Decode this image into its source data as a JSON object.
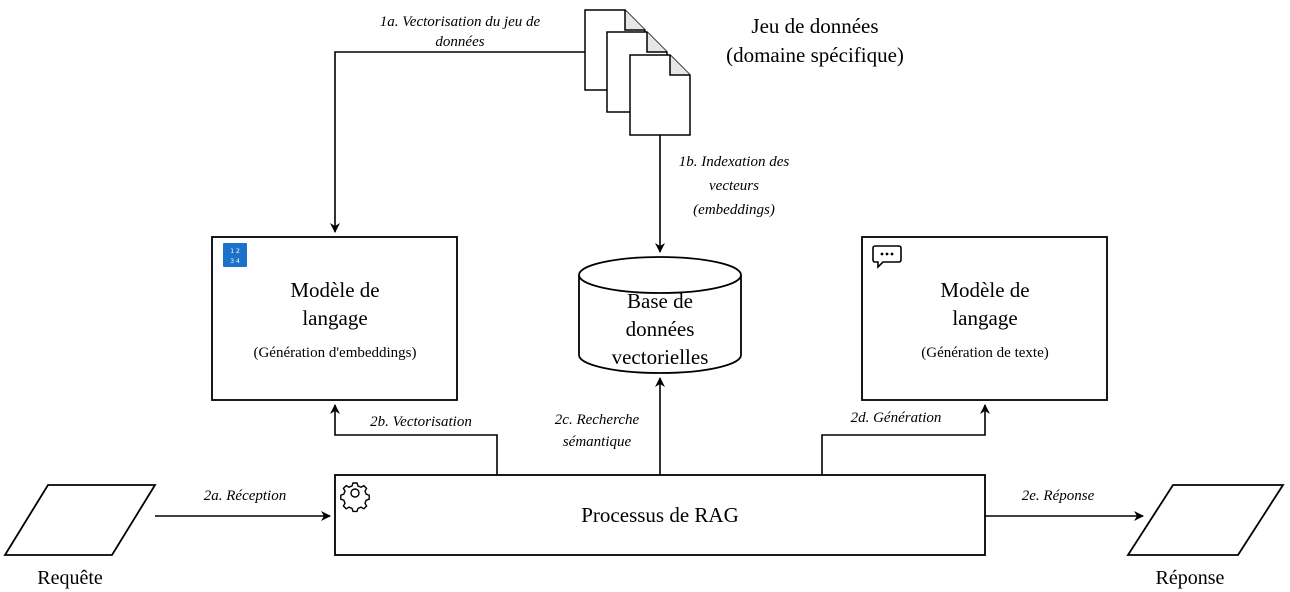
{
  "dataset": {
    "title": "Jeu de données",
    "subtitle": "(domaine spécifique)"
  },
  "embedding_model": {
    "title_line1": "Modèle de",
    "title_line2": "langage",
    "subtitle": "(Génération d'embeddings)",
    "icon": "numbers-icon",
    "icon_text_top": "1 2",
    "icon_text_bottom": "3 4",
    "icon_color": "#1a73c8"
  },
  "vector_db": {
    "line1": "Base de",
    "line2": "données",
    "line3": "vectorielles"
  },
  "text_model": {
    "title_line1": "Modèle de",
    "title_line2": "langage",
    "subtitle": "(Génération de texte)",
    "icon": "chat-bubble-icon"
  },
  "rag_process": {
    "title": "Processus de RAG",
    "icon": "gear-icon"
  },
  "request": {
    "label": "Requête"
  },
  "response": {
    "label": "Réponse"
  },
  "edges": {
    "e1a_line1": "1a. Vectorisation du jeu de",
    "e1a_line2": "données",
    "e1b_line1": "1b. Indexation des",
    "e1b_line2": "vecteurs",
    "e1b_line3": "(embeddings)",
    "e2a": "2a. Réception",
    "e2b": "2b. Vectorisation",
    "e2c_line1": "2c. Recherche",
    "e2c_line2": "sémantique",
    "e2d": "2d. Génération",
    "e2e": "2e. Réponse"
  }
}
